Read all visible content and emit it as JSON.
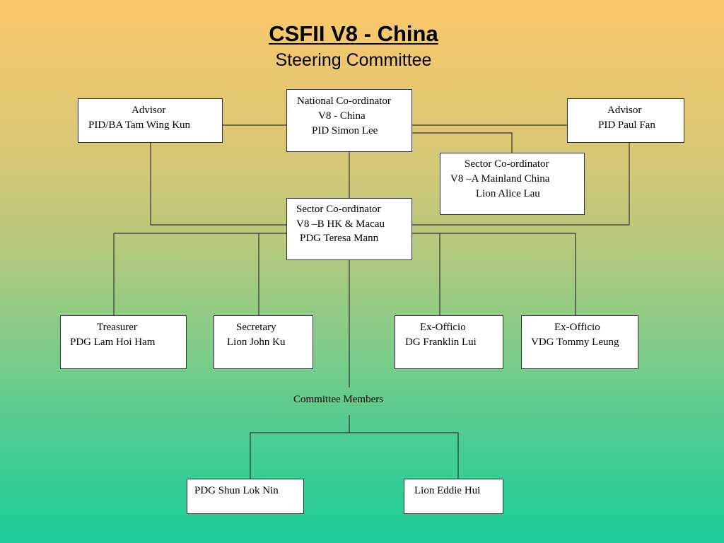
{
  "title": "CSFII V8 - China",
  "subtitle": "Steering Committee",
  "nodes": {
    "national": [
      "National Co-ordinator",
      "V8 - China",
      "PID Simon Lee"
    ],
    "advisor_left": [
      "Advisor",
      "PID/BA Tam Wing Kun"
    ],
    "advisor_right": [
      "Advisor",
      "PID Paul Fan"
    ],
    "sector_a": [
      "Sector Co-ordinator",
      "V8 –A Mainland China",
      "Lion Alice Lau"
    ],
    "sector_b": [
      "Sector Co-ordinator",
      "V8 –B HK & Macau",
      "PDG Teresa Mann"
    ],
    "treasurer": [
      "Treasurer",
      "PDG Lam Hoi Ham"
    ],
    "secretary": [
      "Secretary",
      "Lion John Ku"
    ],
    "exofficio_1": [
      "Ex-Officio",
      "DG Franklin Lui"
    ],
    "exofficio_2": [
      "Ex-Officio",
      "VDG Tommy Leung"
    ],
    "committee_label": "Committee Members",
    "member_1": [
      "PDG Shun Lok Nin"
    ],
    "member_2": [
      "Lion Eddie Hui"
    ]
  },
  "colors": {
    "background_top": "#fbc86a",
    "background_bottom": "#1ccc98",
    "box_fill": "#ffffff",
    "line": "#333333"
  }
}
